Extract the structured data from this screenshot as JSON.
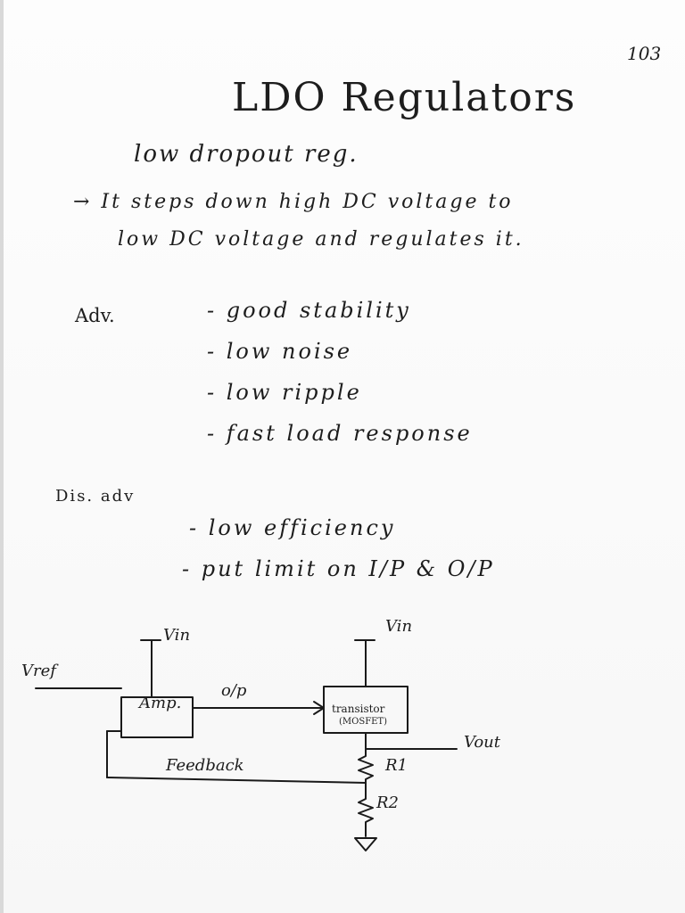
{
  "page_number": "103",
  "title": "LDO Regulators",
  "subtitle": "low dropout reg.",
  "description": {
    "line1": "→ It steps down high DC voltage to",
    "line2": "low DC voltage and regulates it."
  },
  "advantages": {
    "heading": "Adv.",
    "items": [
      "- good stability",
      "- low noise",
      "- low ripple",
      "- fast load response"
    ]
  },
  "disadvantages": {
    "heading": "Dis. adv",
    "items": [
      "- low efficiency",
      "- put limit on I/P & O/P"
    ]
  },
  "diagram": {
    "vin_left": "Vin",
    "vin_right": "Vin",
    "vref": "Vref",
    "amp": "Amp.",
    "op": "o/p",
    "transistor": "transistor",
    "mosfet": "(MOSFET)",
    "vout": "Vout",
    "feedback": "Feedback",
    "r1": "R1",
    "r2": "R2"
  }
}
